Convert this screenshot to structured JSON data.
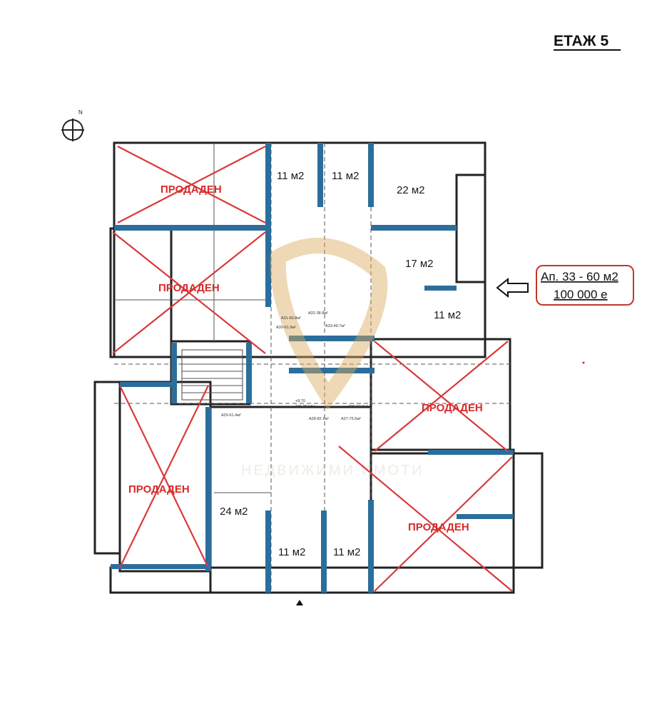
{
  "title": "ЕТАЖ 5",
  "compass_label": "N",
  "offer": {
    "apartment": "Ап. 33 - 60 м2",
    "price": "100 000 е"
  },
  "sold_label": "ПРОДАДЕН",
  "watermark": "НЕДВИЖИМИ ИМОТИ",
  "room_areas": [
    "11 м2",
    "11 м2",
    "22 м2",
    "17 м2",
    "11 м2",
    "24 м2",
    "11 м2",
    "11 м2"
  ],
  "apartment_codes": [
    "A31-60.8м²",
    "A32-38.8м²",
    "A33-49.7м²",
    "A30-61.9м²",
    "A29-61.4м²",
    "A28-82.1м²",
    "A27-75.5м²",
    "A26-52.7м²"
  ],
  "level": {
    "relative": "+8.70",
    "absolute": "121.25/абс."
  },
  "colors": {
    "sold": "#d62b2b",
    "walls": "#2c6e9b",
    "offer_border": "#c0392b"
  }
}
